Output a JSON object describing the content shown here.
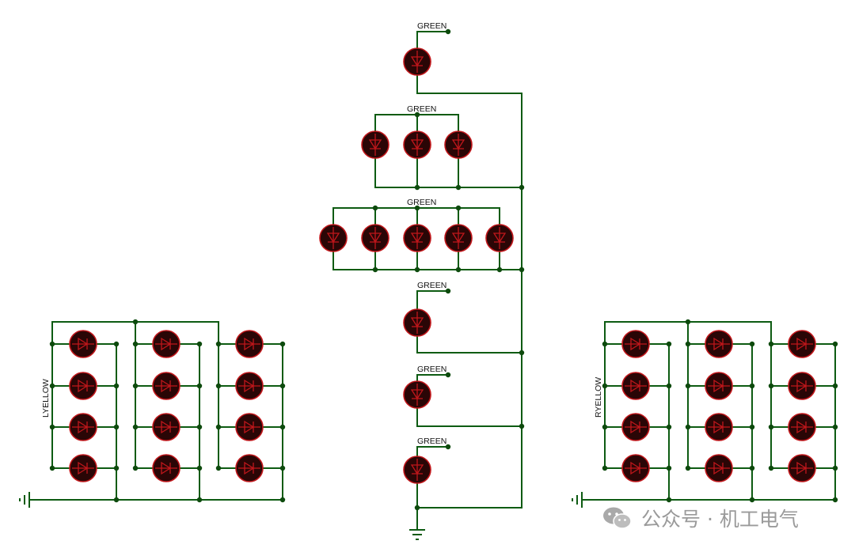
{
  "colors": {
    "wire": "#0d5b12",
    "node": "#0d4a0d",
    "led_fill": "#2a0606",
    "led_stroke": "#c0171b",
    "label": "#111111",
    "watermark": "#9a9a9a"
  },
  "labels": {
    "green": "GREEN",
    "left_group": "LYELLOW",
    "right_group": "RYELLOW"
  },
  "watermark": {
    "text": "公众号 · 机工电气",
    "icon": "wechat-logo-icon"
  }
}
